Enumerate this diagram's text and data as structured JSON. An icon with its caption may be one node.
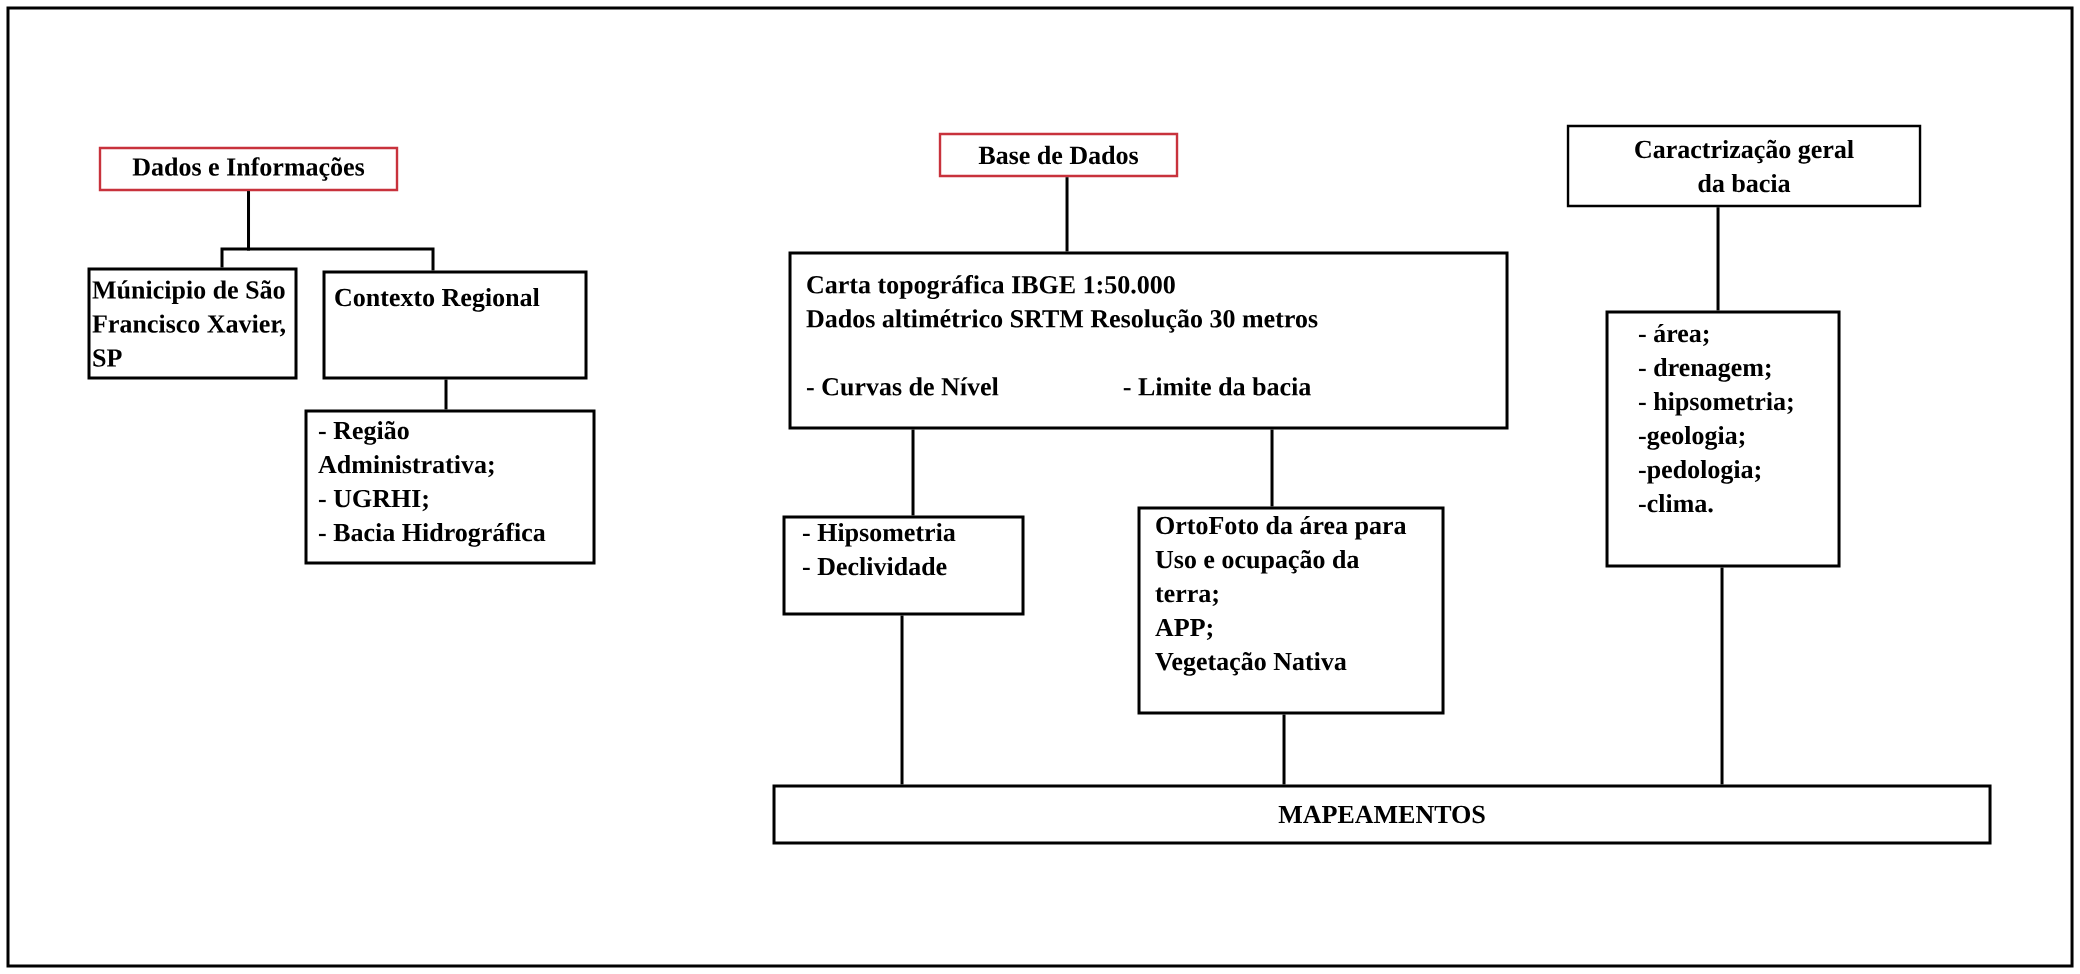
{
  "diagram": {
    "nodes": [
      {
        "text": [
          "Dados e Informações"
        ]
      },
      {
        "text": [
          "Base de Dados"
        ]
      },
      {
        "text": [
          "Caractrização geral da bacia"
        ]
      },
      {
        "text": [
          "Múnicipio de São Francisco Xavier, SP"
        ]
      },
      {
        "text": [
          "Contexto Regional"
        ]
      },
      {
        "text": [
          "Carta topográfica IBGE 1:50.000",
          "Dados altimétrico SRTM Resolução 30 metros",
          "- Curvas de Nível",
          "- Limite da bacia"
        ]
      },
      {
        "text": [
          "- área;",
          "- drenagem;",
          "- hipsometria;",
          "-geologia;",
          "-pedologia;",
          "-clima."
        ]
      },
      {
        "text": [
          "- Região Administrativa;",
          "- UGRHI;",
          "- Bacia Hidrográfica"
        ]
      },
      {
        "text": [
          "- Hipsometria",
          "- Declividade"
        ]
      },
      {
        "text": [
          "OrtoFoto da área para Uso e ocupação da terra;",
          "APP;",
          "Vegetação Nativa"
        ]
      },
      {
        "text": [
          "MAPEAMENTOS"
        ]
      }
    ],
    "edges": [
      {
        "from": 0,
        "to": 3,
        "arrow": "none"
      },
      {
        "from": 0,
        "to": 4,
        "arrow": "none"
      },
      {
        "from": 4,
        "to": 7,
        "arrow": "none"
      },
      {
        "from": 1,
        "to": 5,
        "arrow": "none"
      },
      {
        "from": 5,
        "to": 8,
        "arrow": "none"
      },
      {
        "from": 5,
        "to": 9,
        "arrow": "none"
      },
      {
        "from": 8,
        "to": 10,
        "arrow": "none"
      },
      {
        "from": 9,
        "to": 10,
        "arrow": "none"
      },
      {
        "from": 2,
        "to": 6,
        "arrow": "none"
      },
      {
        "from": 6,
        "to": 10,
        "arrow": "none"
      }
    ]
  }
}
